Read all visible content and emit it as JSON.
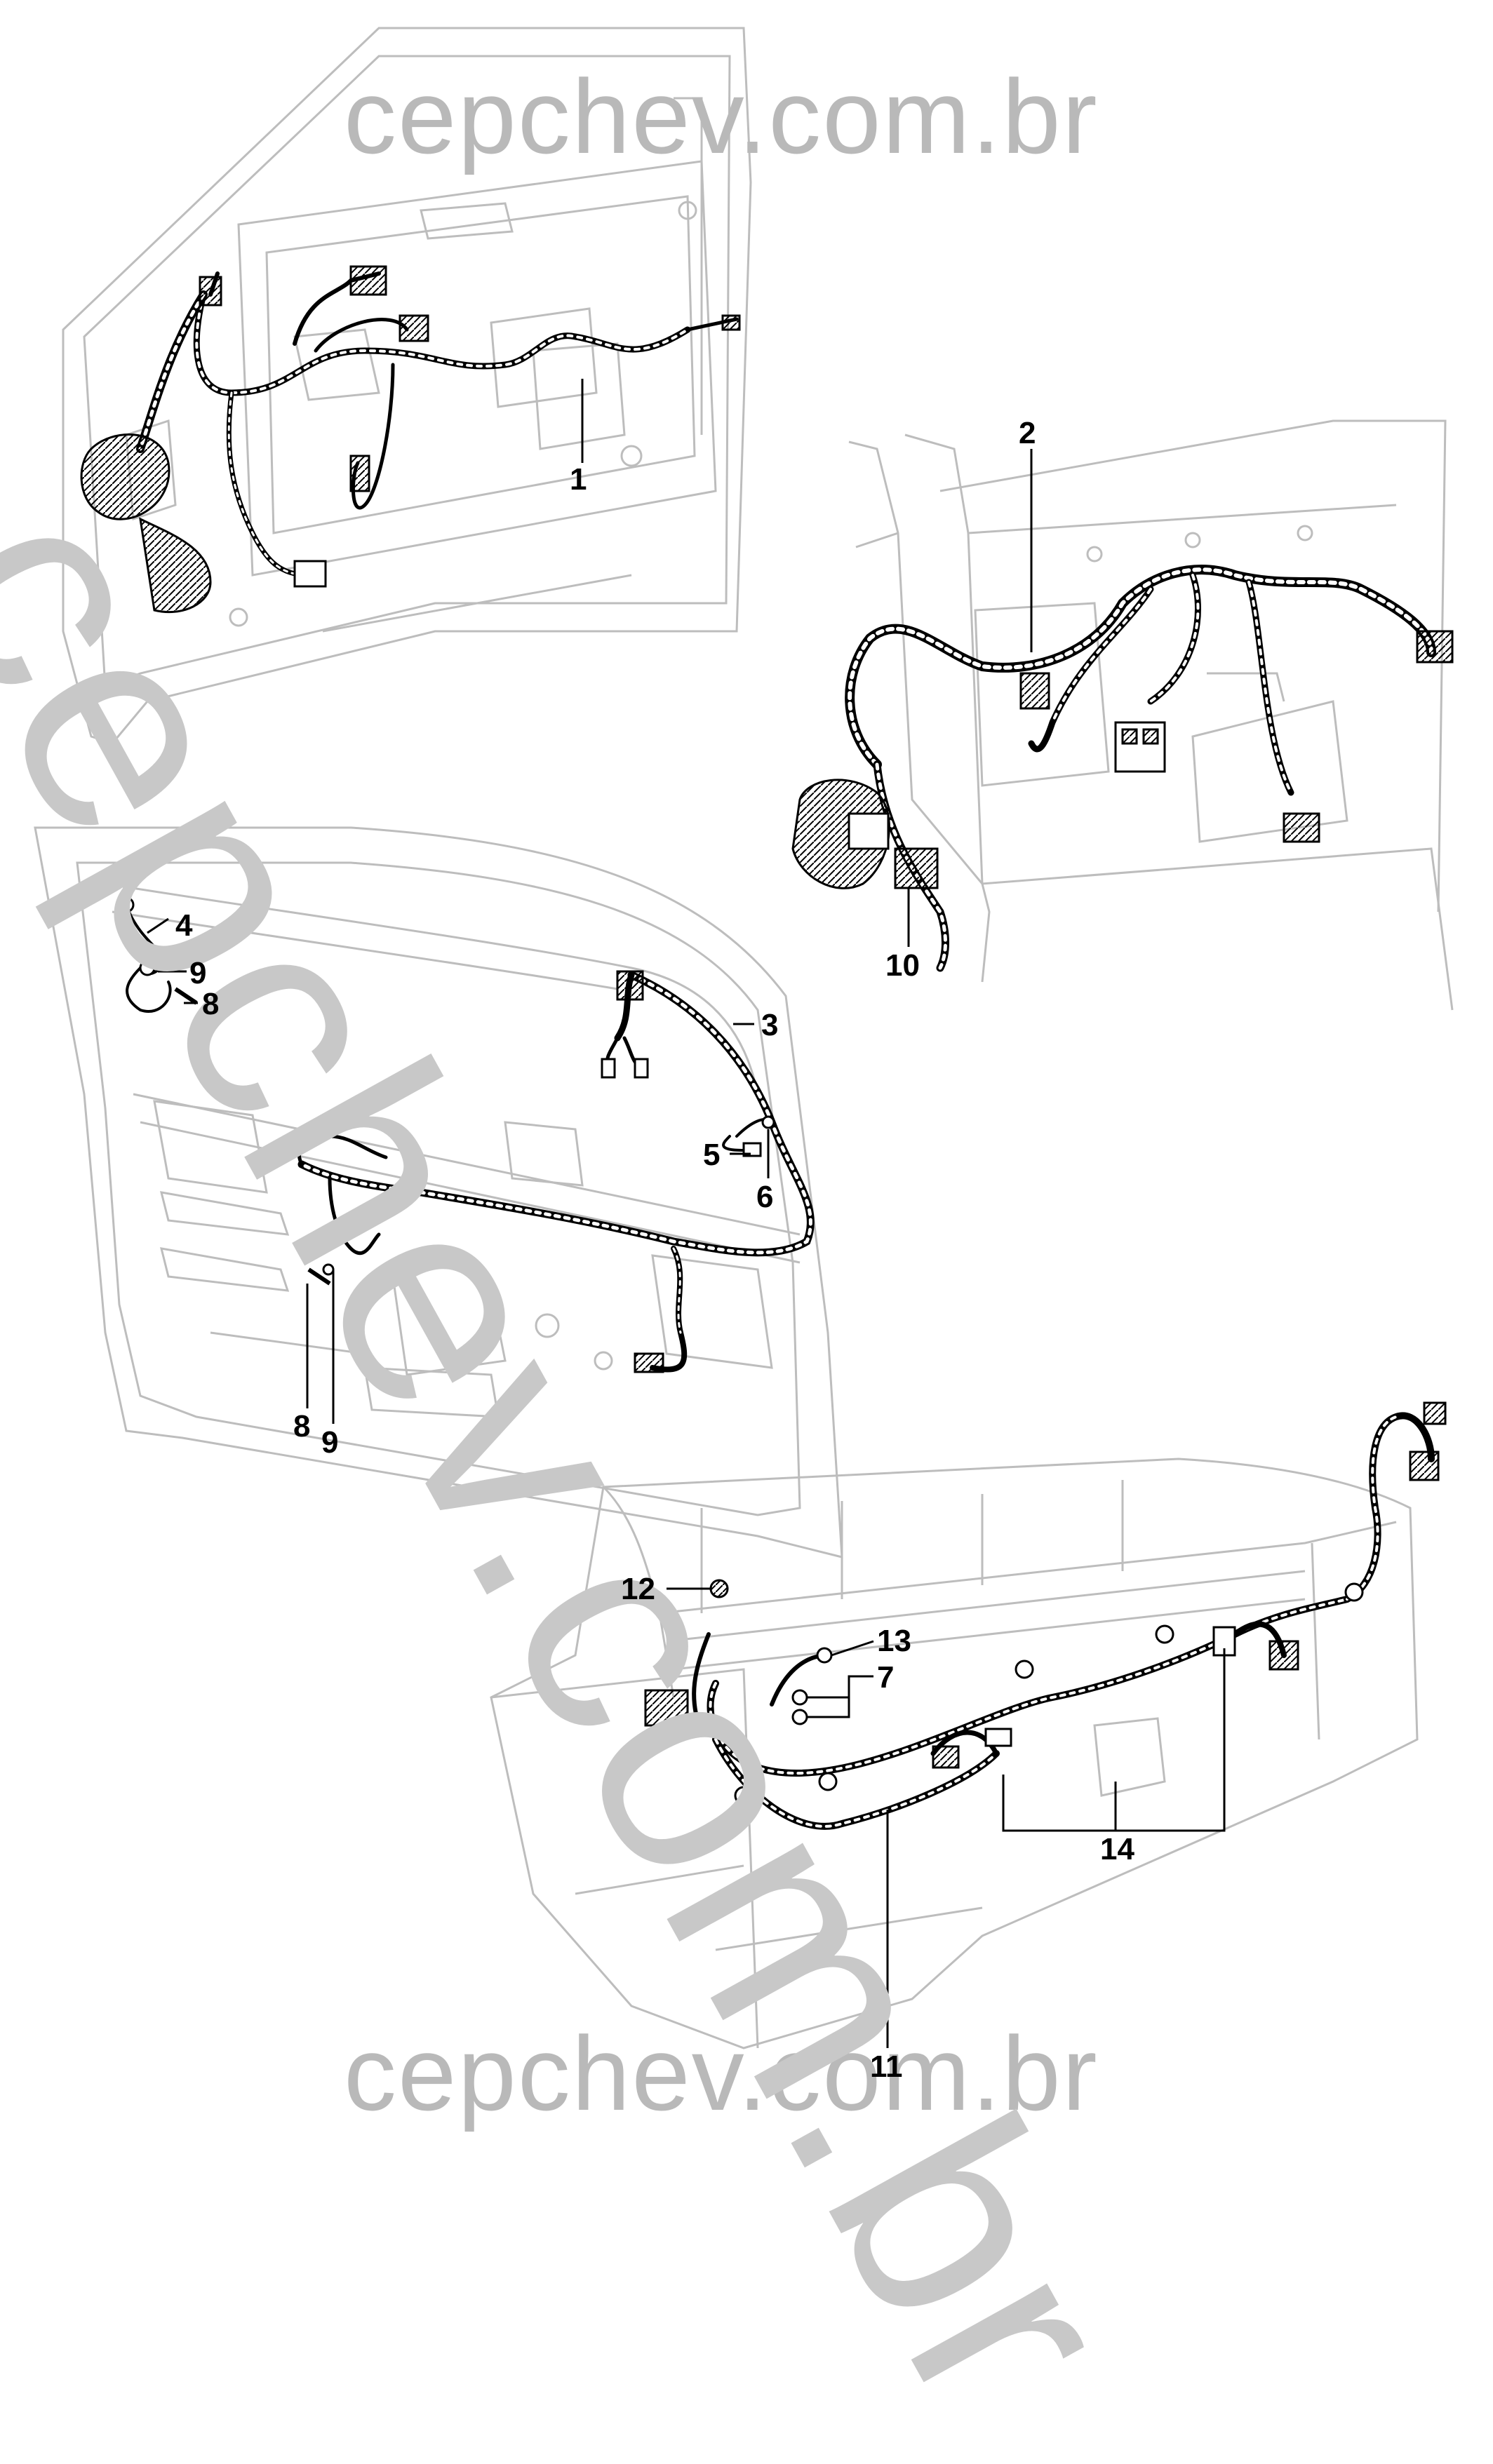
{
  "watermark": {
    "top": "cepchev.com.br",
    "bottom": "cepchev.com.br",
    "diagonal": "cepchev.com.br"
  },
  "callouts": {
    "c1": "1",
    "c2": "2",
    "c3": "3",
    "c4": "4",
    "c5": "5",
    "c6": "6",
    "c7": "7",
    "c8a": "8",
    "c8b": "8",
    "c9a": "9",
    "c9b": "9",
    "c10": "10",
    "c11": "11",
    "c12": "12",
    "c13": "13",
    "c14": "14"
  }
}
